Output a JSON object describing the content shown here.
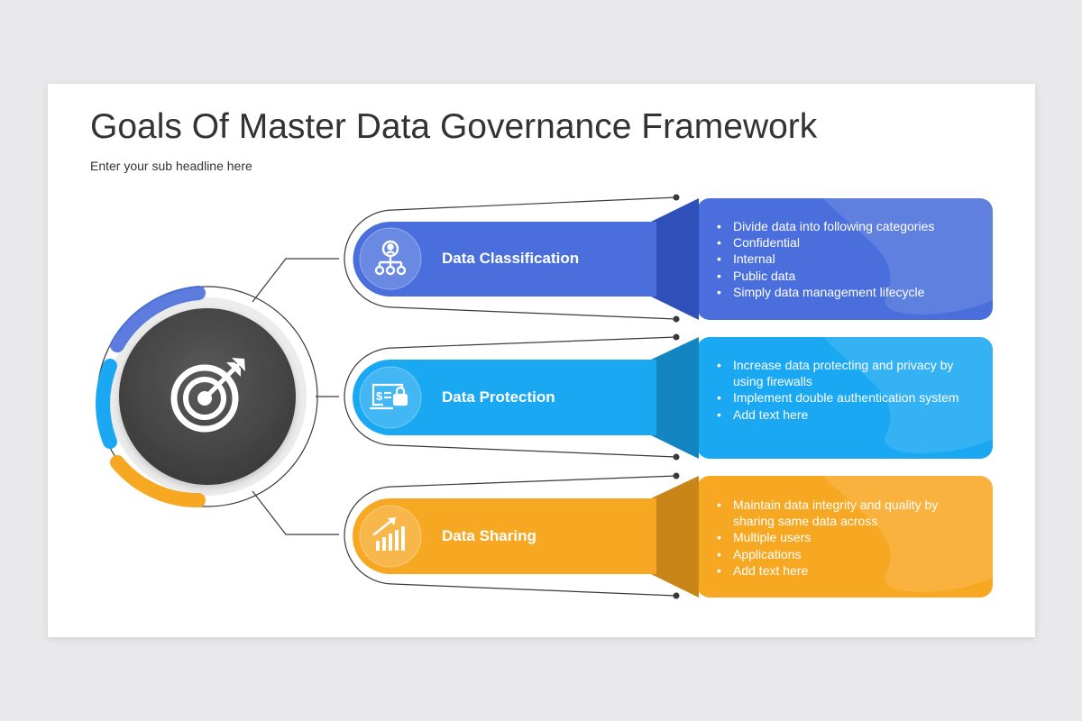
{
  "title": "Goals Of Master Data Governance Framework",
  "subtitle": "Enter your sub headline here",
  "center": {
    "icon": "target-arrow-icon"
  },
  "colors": {
    "blue": "#4a6fdc",
    "blue_dark": "#2e50b8",
    "cyan": "#1aa8f2",
    "cyan_dark": "#1386c2",
    "orange": "#f7a823",
    "orange_dark": "#c98518",
    "hub": "#4d4d4d"
  },
  "goals": [
    {
      "label": "Data Classification",
      "icon": "hierarchy-icon",
      "bullets": [
        "Divide data into following categories",
        "Confidential",
        "Internal",
        "Public data",
        "Simply data management lifecycle"
      ]
    },
    {
      "label": "Data Protection",
      "icon": "secure-payment-icon",
      "bullets": [
        "Increase data protecting and privacy by using firewalls",
        "Implement double authentication system",
        "Add text here"
      ]
    },
    {
      "label": "Data Sharing",
      "icon": "growth-chart-icon",
      "bullets": [
        "Maintain data integrity and quality by sharing same data across",
        "Multiple users",
        "Applications",
        "Add text here"
      ]
    }
  ]
}
